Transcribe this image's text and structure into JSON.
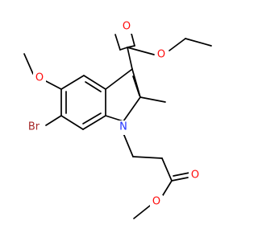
{
  "molecule": {
    "atoms": {
      "o_carbonyl_ester": "O",
      "o_ether_ester": "O",
      "o_methoxy": "O",
      "bromine": "Br",
      "nitrogen": "N",
      "o_carbonyl_side": "O",
      "o_ether_side": "O"
    }
  },
  "colors": {
    "bond": "#000000",
    "oxygen": "#ff0d0d",
    "nitrogen": "#2233ff",
    "bromine": "#a62929"
  }
}
